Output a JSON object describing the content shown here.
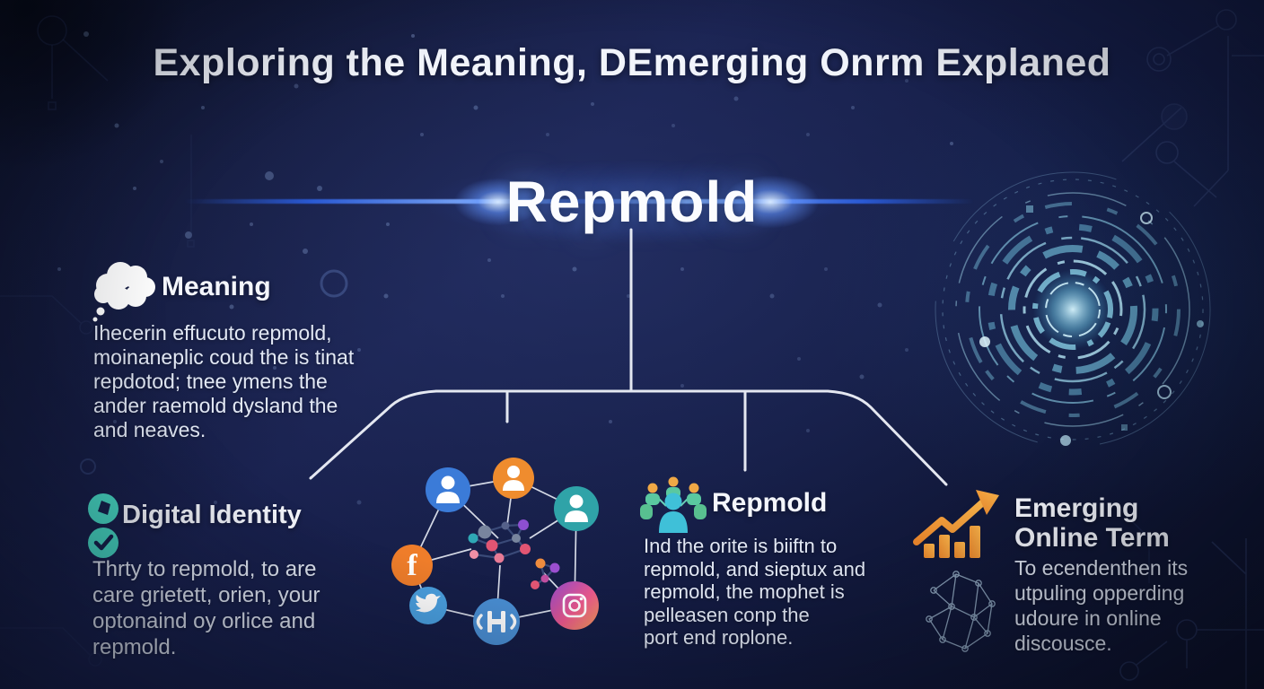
{
  "page_title": "Exploring the Meaning, DEmerging Onrm Explaned",
  "hero": {
    "term": "Repmold"
  },
  "sections": {
    "meaning": {
      "heading": "Meaning",
      "icon": "thought-cloud-icon",
      "lines": [
        "Ihecerin effucuto repmold,",
        "moinaneplic coud the is tinat",
        "repdotod; tnee ymens the",
        "ander raemold dysland the",
        "and neaves."
      ]
    },
    "digital_identity": {
      "heading": "Digital Identity",
      "icons": [
        "badge-circle-icon",
        "check-circle-icon"
      ],
      "lines": [
        "Thrty to repmold, to are",
        "care grietett, orien, your",
        "optonaind oy orlice and",
        "repmold."
      ]
    },
    "repmold": {
      "heading": "Repmold",
      "icon": "people-group-icon",
      "lines": [
        "Ind the orite is biiftn to",
        "repmold, and sieptux and",
        "repmold, the mophet is",
        "pelleasen conp the",
        "port end roplone."
      ]
    },
    "emerging": {
      "heading_line1": "Emerging",
      "heading_line2": "Online Term",
      "icons": [
        "growth-chart-icon",
        "node-network-icon"
      ],
      "lines": [
        "To ecendenthen its",
        "utpuling opperding",
        "udoure in online",
        "discousce."
      ]
    }
  },
  "network_cluster": {
    "icons": [
      "person-blue",
      "person-orange",
      "person-teal",
      "facebook",
      "twitter",
      "code-h",
      "instagram"
    ],
    "facebook_glyph": "f"
  },
  "decor": {
    "tech_circle": "hud-circle-graphic",
    "flare": "blue-lens-flare"
  },
  "colors": {
    "background": "#141c44",
    "accent_blue": "#2f6bff",
    "teal": "#45d6c1",
    "orange": "#f0912f",
    "cyan_glow": "#8fd8f0",
    "text": "#eef2fa"
  }
}
